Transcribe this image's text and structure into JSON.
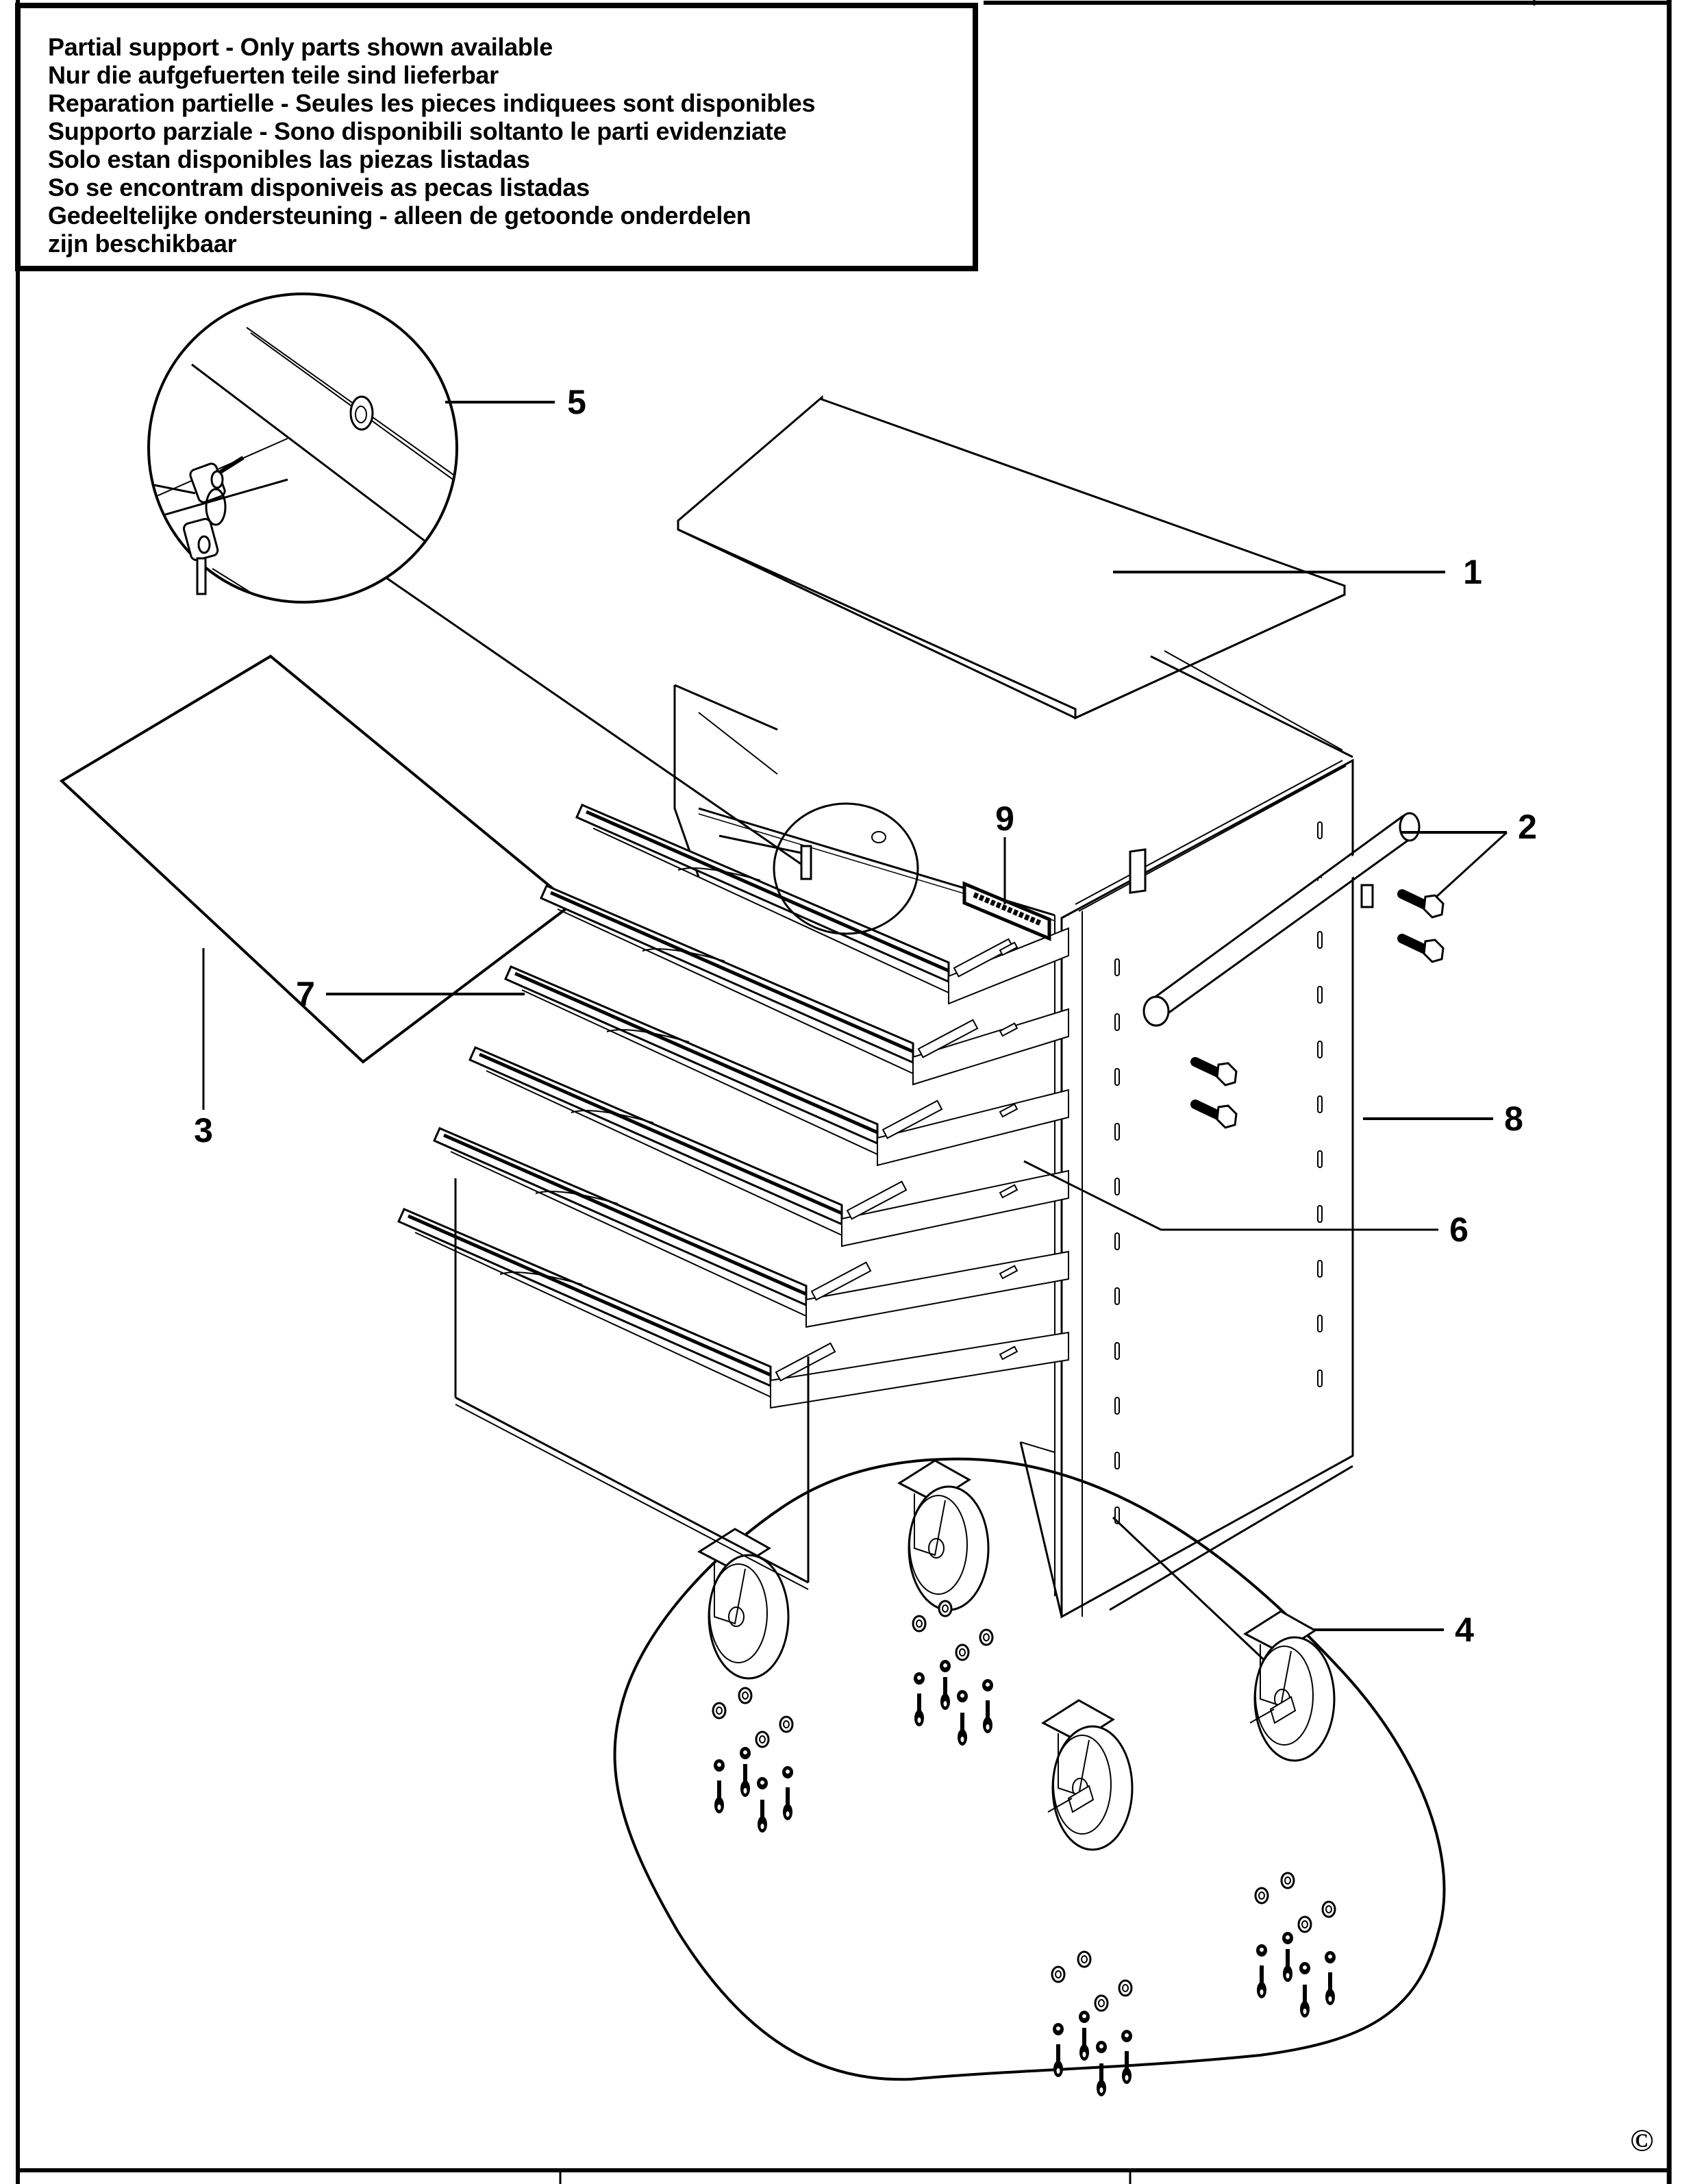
{
  "notice": {
    "lines": [
      "Partial support - Only parts shown available",
      "Nur die aufgefuerten teile sind lieferbar",
      "Reparation partielle - Seules les pieces indiquees sont disponibles",
      "Supporto parziale - Sono disponibili soltanto le parti evidenziate",
      "Solo estan disponibles las piezas listadas",
      "So se encontram disponiveis as pecas listadas",
      "Gedeeltelijke ondersteuning - alleen de getoonde onderdelen",
      "zijn beschikbaar"
    ]
  },
  "callouts": [
    {
      "id": "1",
      "label": "1",
      "part": "top-mat"
    },
    {
      "id": "2",
      "label": "2",
      "part": "side-handle-and-bolts"
    },
    {
      "id": "3",
      "label": "3",
      "part": "drawer-liner"
    },
    {
      "id": "4",
      "label": "4",
      "part": "caster-set"
    },
    {
      "id": "5",
      "label": "5",
      "part": "lock-and-keys"
    },
    {
      "id": "6",
      "label": "6",
      "part": "drawer-slide"
    },
    {
      "id": "7",
      "label": "7",
      "part": "drawer"
    },
    {
      "id": "8",
      "label": "8",
      "part": "cabinet-body"
    },
    {
      "id": "9",
      "label": "9",
      "part": "brand-badge"
    }
  ],
  "copyright_symbol": "©",
  "diagram": {
    "subject": "roller tool cabinet exploded parts view",
    "drawer_count": 6,
    "caster_count": 4,
    "line_color": "#000000",
    "background": "#ffffff"
  }
}
